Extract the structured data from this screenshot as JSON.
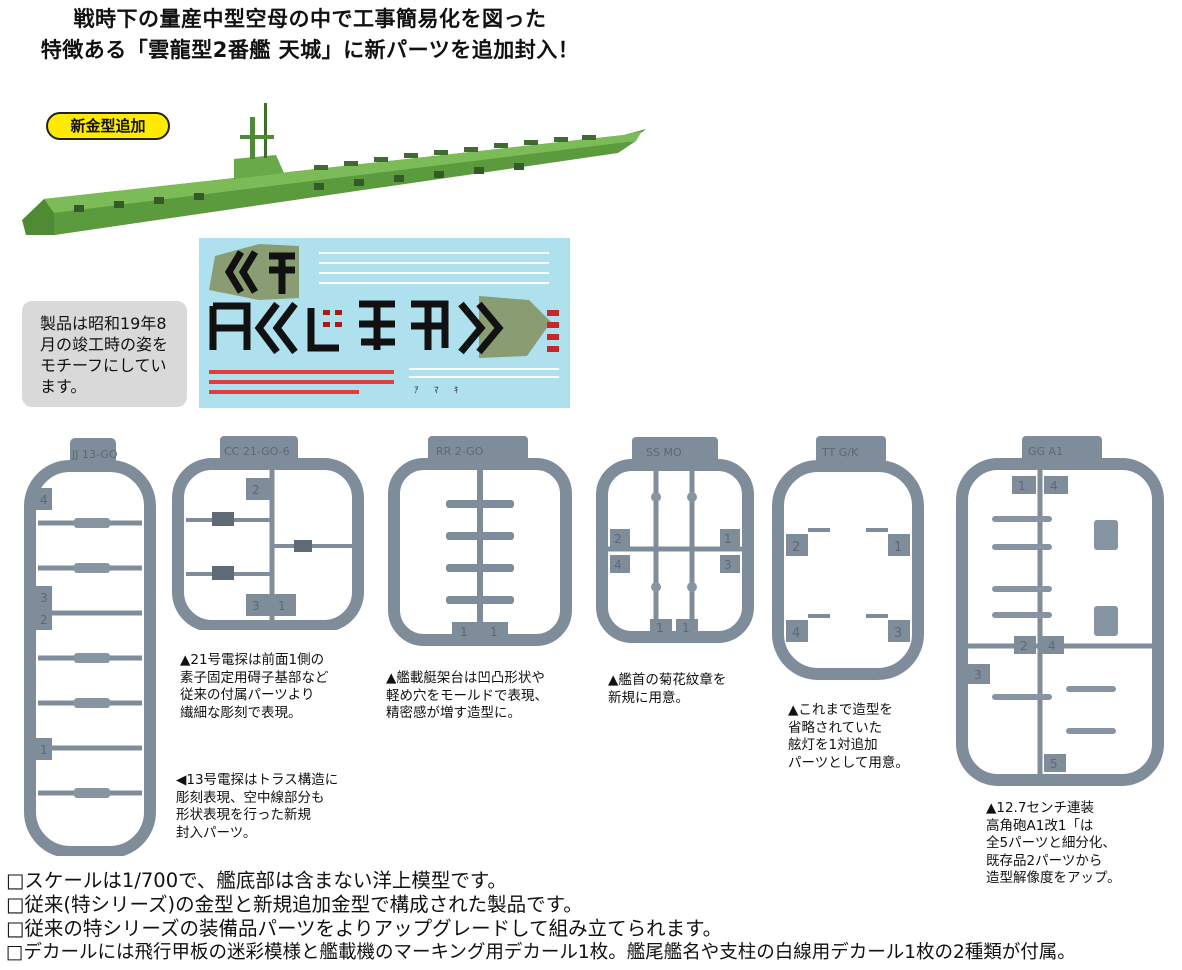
{
  "headline": {
    "line1": "戦時下の量産中型空母の中で工事簡易化を図った",
    "line2": "特徴ある「雲龍型2番艦 天城」に新パーツを追加封入！"
  },
  "badge": "新金型追加",
  "note": "製品は昭和19年8月の竣工時の姿をモチーフにしています。",
  "decal": {
    "kana_marks": [
      "ｱ",
      "ﾏ",
      "ｷ"
    ]
  },
  "sprues": [
    {
      "id": "sprue-1",
      "tag": "JJ 13-GO",
      "numbers": [
        "4",
        "3",
        "2",
        "1"
      ]
    },
    {
      "id": "sprue-2",
      "tag": "CC 21-GO-6",
      "numbers": [
        "2",
        "3",
        "1"
      ]
    },
    {
      "id": "sprue-3",
      "tag": "RR 2-GO",
      "numbers": [
        "1",
        "1"
      ]
    },
    {
      "id": "sprue-4",
      "tag": "SS MO",
      "numbers": [
        "2",
        "4",
        "1",
        "3",
        "1",
        "1"
      ]
    },
    {
      "id": "sprue-5",
      "tag": "TT G/K",
      "numbers": [
        "2",
        "1",
        "4",
        "3"
      ]
    },
    {
      "id": "sprue-6",
      "tag": "GG A1",
      "numbers": [
        "1",
        "4",
        "2",
        "4",
        "3",
        "5"
      ]
    }
  ],
  "captions": {
    "radar21": "▲21号電探は前面1側の\n素子固定用碍子基部など\n従来の付属パーツより\n繊細な彫刻で表現。",
    "catapult": "▲艦載艇架台は凹凸形状や\n軽め穴をモールドで表現、\n精密感が増す造型に。",
    "chrysanthemum": "▲艦首の菊花紋章を\n新規に用意。",
    "sternlight": "▲これまで造型を\n省略されていた\n舷灯を1対追加\nパーツとして用意。",
    "radar13": "◀13号電探はトラス構造に\n彫刻表現、空中線部分も\n形状表現を行った新規\n封入パーツ。",
    "gun127": "▲12.7センチ連装\n高角砲A1改1「は\n全5パーツと細分化、\n既存品2パーツから\n造型解像度をアップ。"
  },
  "bottom_notes": [
    "□スケールは1/700で、艦底部は含まない洋上模型です。",
    "□従来(特シリーズ)の金型と新規追加金型で構成された製品です。",
    "□従来の特シリーズの装備品パーツをよりアップグレードして組み立てられます。",
    "□デカールには飛行甲板の迷彩模様と艦載機のマーキング用デカール1枚。艦尾艦名や支柱の白線用デカール1枚の2種類が付属。"
  ],
  "colors": {
    "ship_green": "#6fa84a",
    "decal_bg": "#aee0ee",
    "sprue_gray": "#7f8c9a",
    "badge_yellow": "#ffea00",
    "note_gray": "#d9d9d9"
  }
}
